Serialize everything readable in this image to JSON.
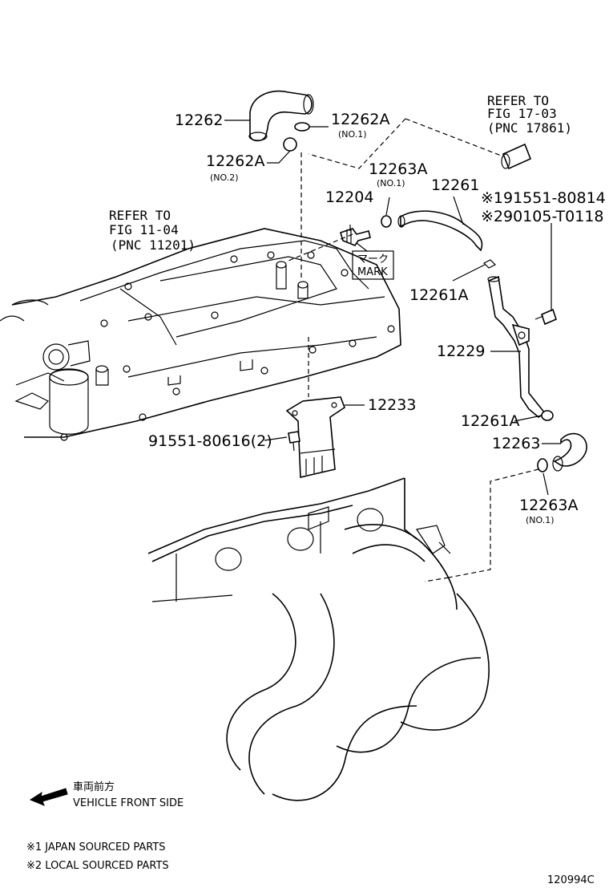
{
  "labels": {
    "p12262": "12262",
    "p12262A_1": "12262A",
    "p12262A_1_sub": "(NO.1)",
    "p12262A_2": "12262A",
    "p12262A_2_sub": "(NO.2)",
    "ref_17_line1": "REFER TO",
    "ref_17_line2": "FIG 17-03",
    "ref_17_line3": "(PNC 17861)",
    "p12263A_top": "12263A",
    "p12263A_top_sub": "(NO.1)",
    "p12204": "12204",
    "p12261": "12261",
    "p91551_80814": "※191551-80814",
    "p90105_T0118": "※290105-T0118",
    "ref_11_line1": "REFER TO",
    "ref_11_line2": "FIG 11-04",
    "ref_11_line3": "(PNC 11201)",
    "mark_jp": "マーク",
    "mark_en": "MARK",
    "p12261A_top": "12261A",
    "p12229": "12229",
    "p12233": "12233",
    "p91551_80616": "91551-80616(2)",
    "p12261A_bottom": "12261A",
    "p12263": "12263",
    "p12263A_bottom": "12263A",
    "p12263A_bottom_sub": "(NO.1)"
  },
  "legend": {
    "front_jp": "車両前方",
    "front_en": "VEHICLE FRONT SIDE",
    "note1": "※1 JAPAN SOURCED PARTS",
    "note2": "※2 LOCAL SOURCED PARTS"
  },
  "figure_id": "120994C",
  "icons": {
    "front_arrow": "arrow-left-icon"
  }
}
